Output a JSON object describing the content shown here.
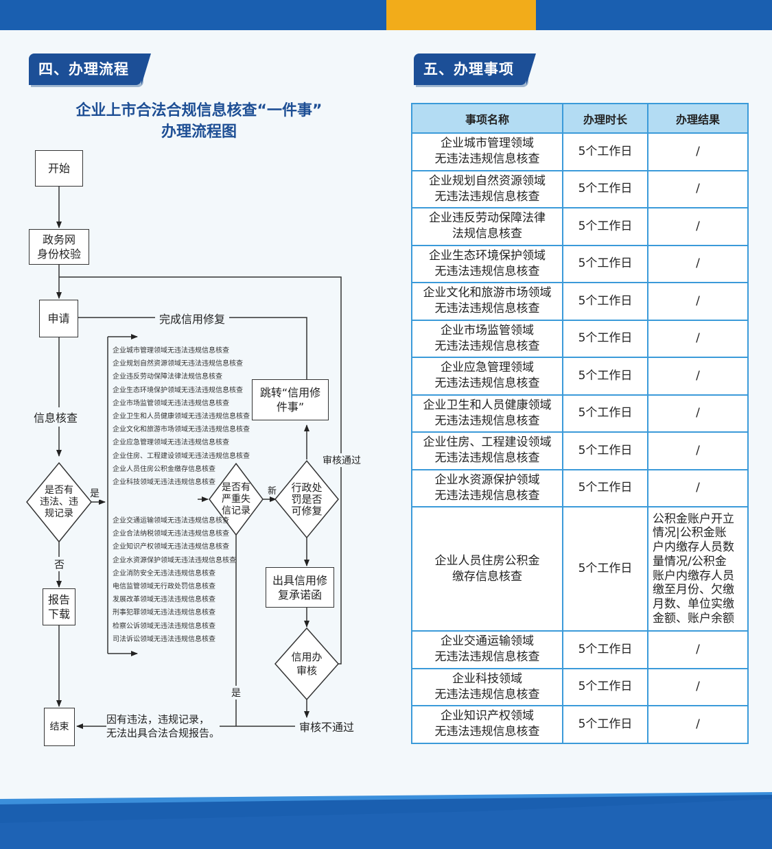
{
  "sections": {
    "process_tag": "四、办理流程",
    "items_tag": "五、办理事项"
  },
  "flow": {
    "title_line1": "企业上市合法合规信息核查“一件事”",
    "title_line2": "办理流程图",
    "start": "开始",
    "auth_line1": "政务网",
    "auth_line2": "身份校验",
    "apply": "申请",
    "repair_done": "完成信用修复",
    "info_check": "信息核查",
    "violation_q": [
      "是否有",
      "违法、违",
      "规记录"
    ],
    "yes": "是",
    "no": "否",
    "report_line1": "报告",
    "report_line2": "下载",
    "end": "结束",
    "no_report_line1": "因有违法，违规记录，",
    "no_report_line2": "无法出具合法合规报告。",
    "audit_fail": "审核不通过",
    "audit_pass": "审核通过",
    "serious_q": [
      "是否有",
      "严重失",
      "信记录"
    ],
    "new": "新",
    "penalty_q": [
      "行政处",
      "罚是否",
      "可修复"
    ],
    "jump_line1": "跳转“信用修",
    "jump_line2": "件事”",
    "promise_line1": "出具信用修",
    "promise_line2": "复承诺函",
    "credit_audit": [
      "信用办",
      "审核"
    ],
    "yes2": "是",
    "check_items_a": [
      "企业城市管理领域无违法违规信息核查",
      "企业规划自然资源领域无违法违规信息核查",
      "企业违反劳动保障法律法规信息核查",
      "企业生态环境保护领域无违法违规信息核查",
      "企业市场监管领域无违法违规信息核查",
      "企业卫生和人员健康领域无违法违规信息核查",
      "企业文化和旅游市场领域无违法违规信息核查",
      "企业应急管理领域无违法违规信息核查",
      "企业住房、工程建设领域无违法违规信息核查",
      "企业人员住房公积金缴存信息核查",
      "企业科技领域无违法违规信息核查"
    ],
    "check_items_b": [
      "企业交通运输领域无违法违规信息核查",
      "企业合法纳税领域无违法违规信息核查",
      "企业知识产权领域无违法违规信息核查",
      "企业水资源保护领域无违法违规信息核查",
      "企业消防安全无违法违规信息核查",
      "电信监管领域无行政处罚信息核查",
      "发展改革领域无违法违规信息核查",
      "刑事犯罪领域无违法违规信息核查",
      "检察公诉领域无违法违规信息核查",
      "司法诉讼领域无违法违规信息核查"
    ]
  },
  "table": {
    "headers": [
      "事项名称",
      "办理时长",
      "办理结果"
    ],
    "rows": [
      {
        "name1": "企业城市管理领域",
        "name2": "无违法违规信息核查",
        "time": "5个工作日",
        "result": "/"
      },
      {
        "name1": "企业规划自然资源领域",
        "name2": "无违法违规信息核查",
        "time": "5个工作日",
        "result": "/"
      },
      {
        "name1": "企业违反劳动保障法律",
        "name2": "法规信息核查",
        "time": "5个工作日",
        "result": "/"
      },
      {
        "name1": "企业生态环境保护领域",
        "name2": "无违法违规信息核查",
        "time": "5个工作日",
        "result": "/"
      },
      {
        "name1": "企业文化和旅游市场领域",
        "name2": "无违法违规信息核查",
        "time": "5个工作日",
        "result": "/"
      },
      {
        "name1": "企业市场监管领域",
        "name2": "无违法违规信息核查",
        "time": "5个工作日",
        "result": "/"
      },
      {
        "name1": "企业应急管理领域",
        "name2": "无违法违规信息核查",
        "time": "5个工作日",
        "result": "/"
      },
      {
        "name1": "企业卫生和人员健康领域",
        "name2": "无违法违规信息核查",
        "time": "5个工作日",
        "result": "/"
      },
      {
        "name1": "企业住房、工程建设领域",
        "name2": "无违法违规信息核查",
        "time": "5个工作日",
        "result": "/"
      },
      {
        "name1": "企业水资源保护领域",
        "name2": "无违法违规信息核查",
        "time": "5个工作日",
        "result": "/"
      },
      {
        "name1": "企业人员住房公积金",
        "name2": "缴存信息核查",
        "time": "5个工作日",
        "result_lines": [
          "公积金账户开立",
          "情况|公积金账",
          "户内缴存人员数",
          "量情况/公积金",
          "账户内缴存人员",
          "缴至月份、欠缴",
          "月数、单位实缴",
          "金额、账户余额"
        ]
      },
      {
        "name1": "企业交通运输领域",
        "name2": "无违法违规信息核查",
        "time": "5个工作日",
        "result": "/"
      },
      {
        "name1": "企业科技领域",
        "name2": "无违法违规信息核查",
        "time": "5个工作日",
        "result": "/"
      },
      {
        "name1": "企业知识产权领域",
        "name2": "无违法违规信息核查",
        "time": "5个工作日",
        "result": "/"
      }
    ]
  },
  "colors": {
    "brand_blue": "#1c4f97",
    "accent_gold": "#f2ac1a",
    "table_border": "#3a9ad9",
    "table_header": "#b3dcf3"
  }
}
